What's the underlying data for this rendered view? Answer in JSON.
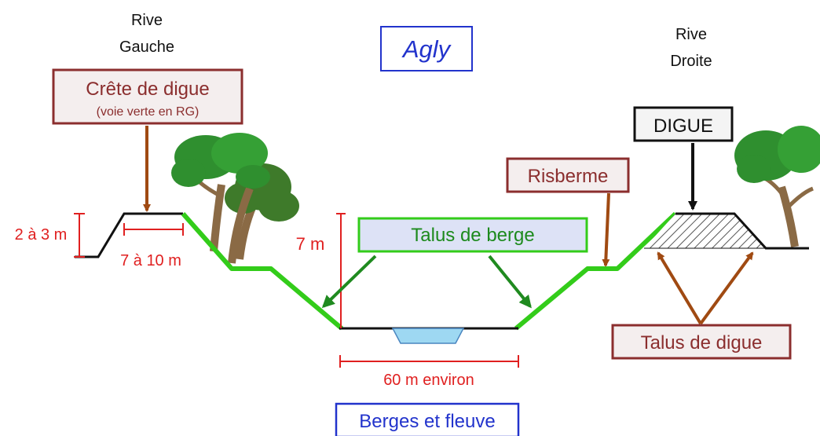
{
  "river_name": "Agly",
  "left_bank": {
    "line1": "Rive",
    "line2": "Gauche"
  },
  "right_bank": {
    "line1": "Rive",
    "line2": "Droite"
  },
  "levee_crest": {
    "title": "Crête de digue",
    "subtitle": "(voie verte en RG)"
  },
  "levee_label": "DIGUE",
  "berm_label": "Risberme",
  "bank_slope_label": "Talus de berge",
  "levee_slope_label": "Talus de digue",
  "footer_label": "Berges et fleuve",
  "dimensions": {
    "levee_height": "2 à 3 m",
    "crest_width": "7 à 10 m",
    "bank_height": "7 m",
    "channel_width": "60 m environ"
  },
  "colors": {
    "bank_green": "#33cc1a",
    "dimension_red": "#e02020",
    "arrow_brown": "#a04a12",
    "box_border_brown": "#8b2e2e",
    "water_blue": "#9ed8f2",
    "title_blue": "#2233cc",
    "box_fill": "#f4eeee",
    "talus_box_fill": "#dde2f6"
  }
}
